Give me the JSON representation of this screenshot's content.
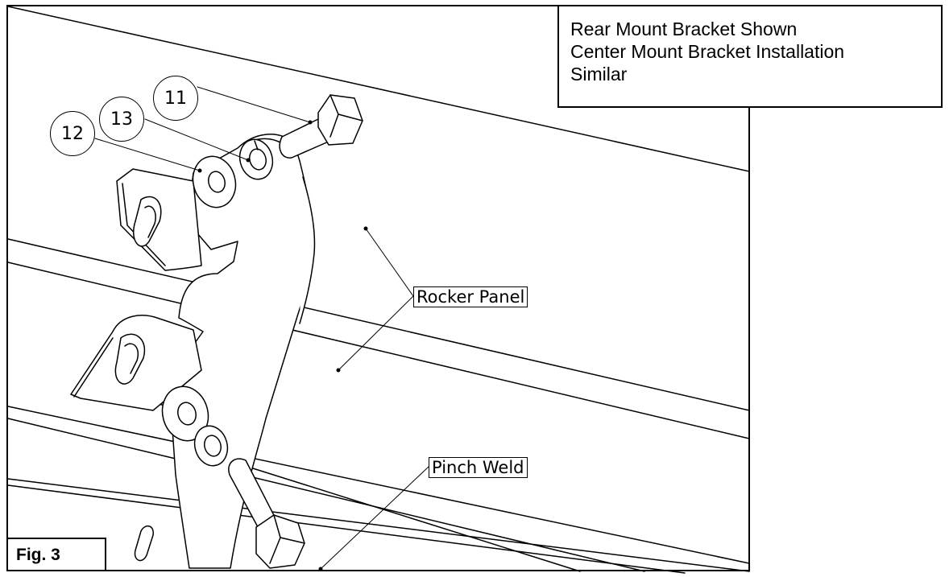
{
  "note": {
    "lines": [
      "Rear Mount Bracket Shown",
      "Center Mount Bracket Installation",
      "Similar"
    ]
  },
  "figure_label": "Fig. 3",
  "callouts": {
    "rocker_panel": "Rocker Panel",
    "pinch_weld": "Pinch Weld"
  },
  "balloons": {
    "item_11": "11",
    "item_12": "12",
    "item_13": "13"
  }
}
